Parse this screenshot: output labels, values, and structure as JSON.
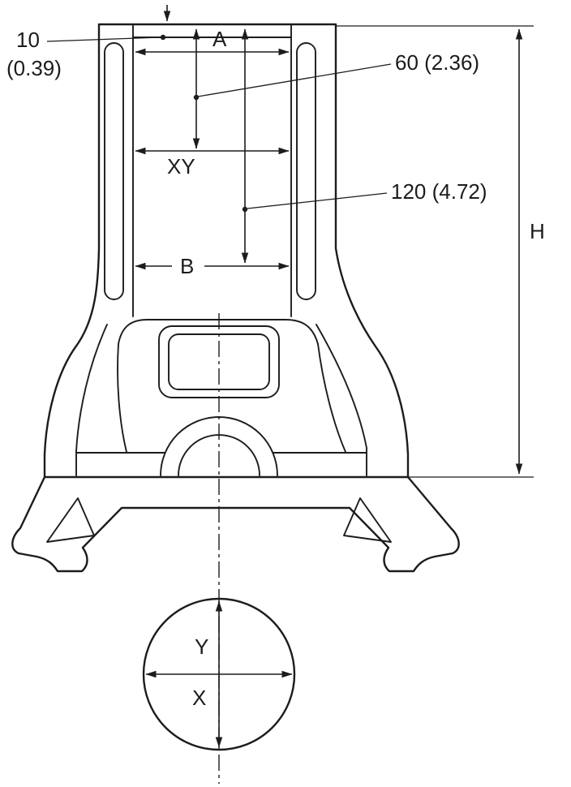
{
  "figure": {
    "labels": {
      "dim_10": "10",
      "dim_10_paren": "(0.39)",
      "dim_A": "A",
      "dim_60": "60 (2.36)",
      "dim_XY": "XY",
      "dim_120": "120 (4.72)",
      "dim_B": "B",
      "dim_H": "H",
      "circle_Y": "Y",
      "circle_X": "X"
    },
    "colors": {
      "line": "#1c1c1c",
      "background": "#ffffff"
    }
  }
}
